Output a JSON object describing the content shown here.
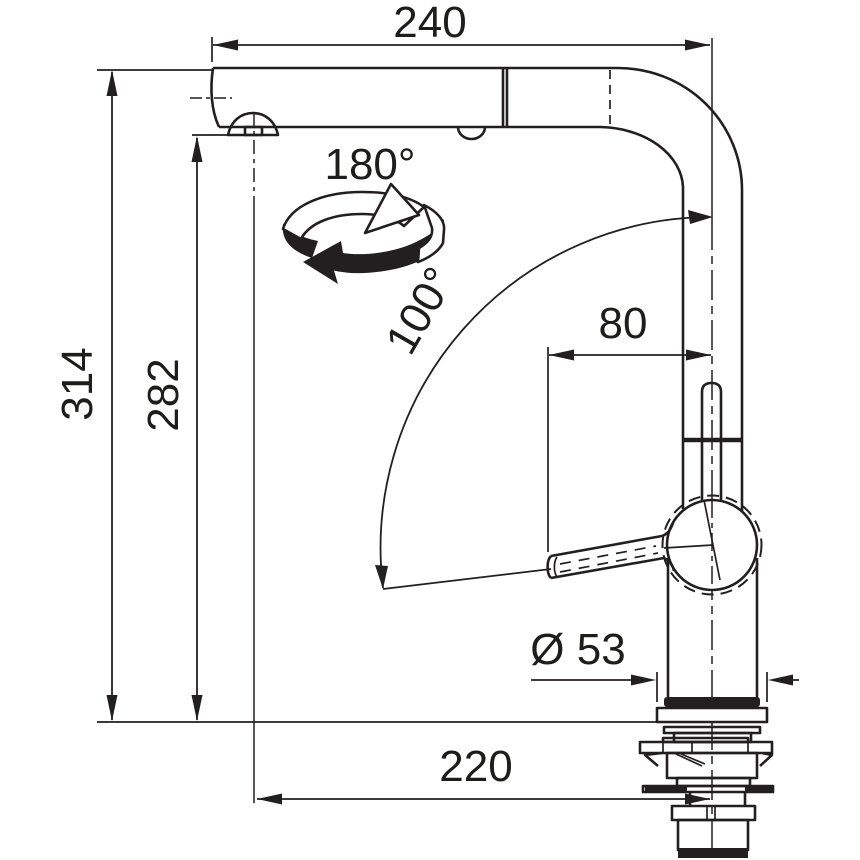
{
  "drawing": {
    "title": "Pull-out kitchen faucet technical dimension drawing",
    "dimensions": {
      "spout_reach": "240",
      "total_height": "314",
      "spout_height": "282",
      "swivel_angle": "180°",
      "lever_swing_angle": "100°",
      "lever_reach": "80",
      "base_diameter": "Ø 53",
      "base_offset": "220"
    },
    "colors": {
      "line": "#231f20",
      "text": "#1d1d1b",
      "background": "#ffffff"
    }
  }
}
